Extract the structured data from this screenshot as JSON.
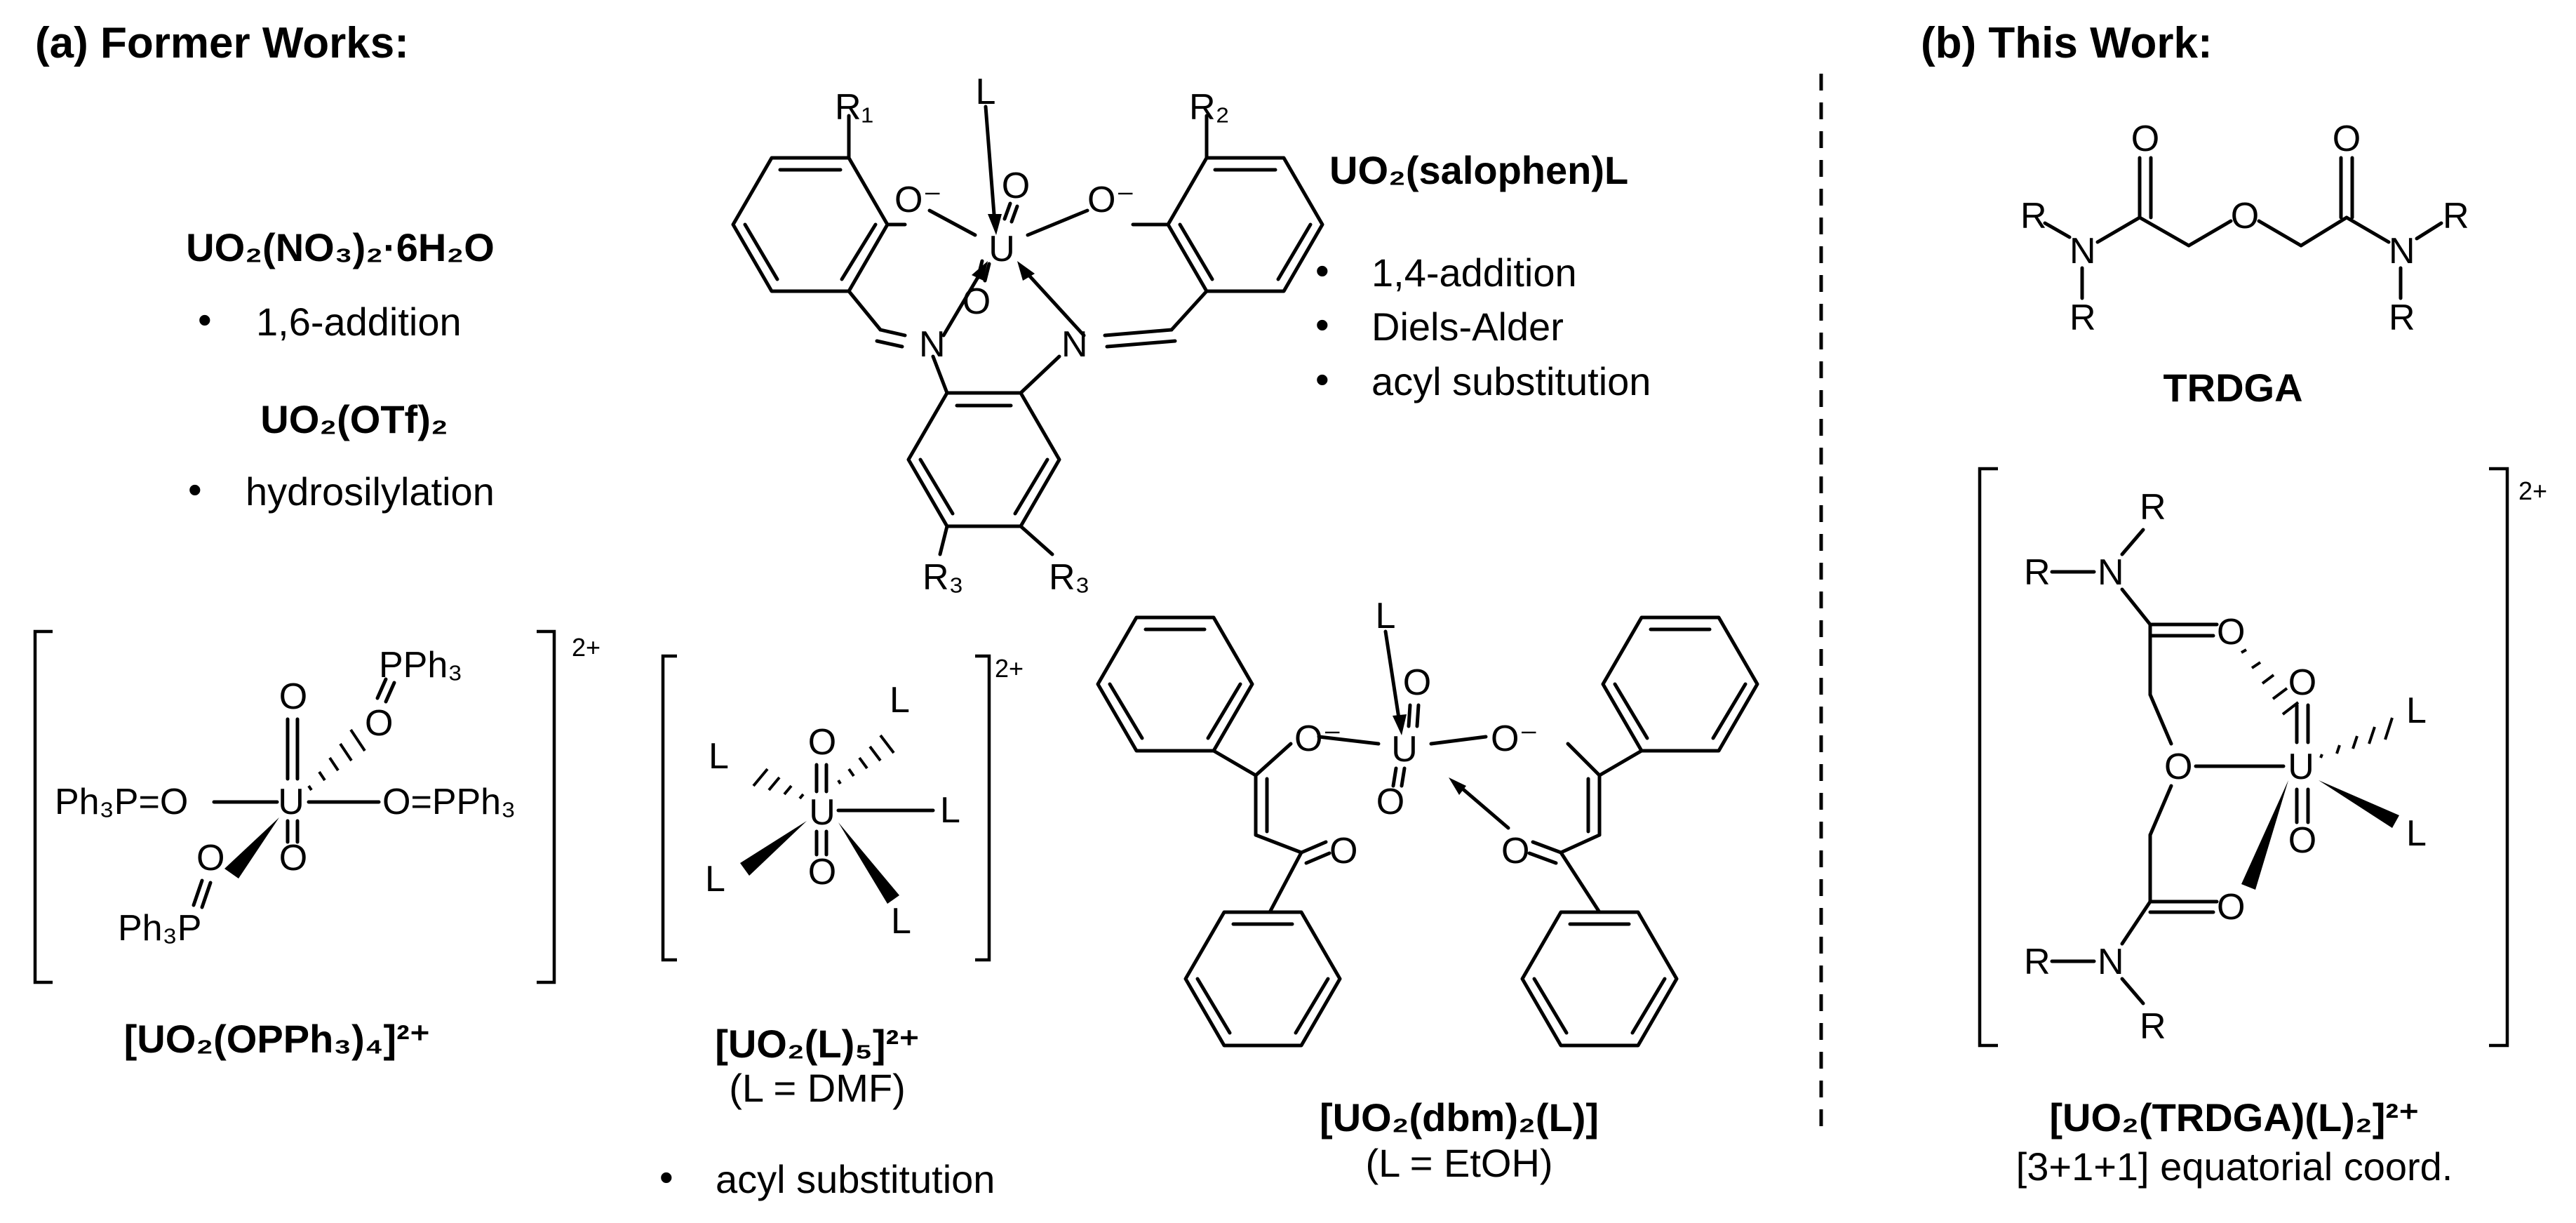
{
  "panel_a": {
    "heading": "(a) Former Works:"
  },
  "panel_b": {
    "heading": "(b) This Work:"
  },
  "cmpd_nitrate": {
    "name": "UO₂(NO₃)₂·6H₂O",
    "bullets": [
      "1,6-addition"
    ]
  },
  "cmpd_otf": {
    "name": "UO₂(OTf)₂",
    "bullets": [
      "hydrosilylation"
    ]
  },
  "cmpd_salophen": {
    "name": "UO₂(salophen)L",
    "bullets": [
      "1,4-addition",
      "Diels-Alder",
      "acyl substitution"
    ],
    "labels": {
      "L": "L",
      "R1": "R₁",
      "R2": "R₂",
      "R3a": "R₃",
      "R3b": "R₃",
      "O1": "O⁻",
      "O2": "O⁻",
      "N1": "N",
      "N2": "N",
      "U": "U",
      "Oax1": "O",
      "Oax2": "O"
    }
  },
  "cmpd_opph3": {
    "name": "[UO₂(OPPh₃)₄]²⁺",
    "charge": "2+",
    "labels": {
      "U": "U",
      "left": "Ph₃P=O",
      "right": "O=PPh₃",
      "top_o": "O",
      "top_pph3": "PPh₃",
      "bot_o": "O",
      "bot_pph3": "Ph₃P",
      "eq": "=",
      "ox": "O"
    }
  },
  "cmpd_dmf": {
    "name": "[UO₂(L)₅]²⁺",
    "note": "(L = DMF)",
    "charge": "2+",
    "bullets": [
      "acyl substitution"
    ],
    "labels": {
      "U": "U",
      "L": "L",
      "O": "O"
    }
  },
  "cmpd_dbm": {
    "name": "[UO₂(dbm)₂(L)]",
    "note": "(L = EtOH)",
    "labels": {
      "L": "L",
      "U": "U",
      "Ominus": "O⁻",
      "O": "O"
    }
  },
  "cmpd_trdga": {
    "name": "TRDGA",
    "labels": {
      "R": "R",
      "N": "N",
      "O": "O"
    }
  },
  "cmpd_complex": {
    "name": "[UO₂(TRDGA)(L)₂]²⁺",
    "note": "[3+1+1] equatorial coord.",
    "charge": "2+",
    "labels": {
      "R": "R",
      "N": "N",
      "O": "O",
      "U": "U",
      "L": "L"
    }
  },
  "colors": {
    "ink": "#000000",
    "divider": "#000000"
  }
}
